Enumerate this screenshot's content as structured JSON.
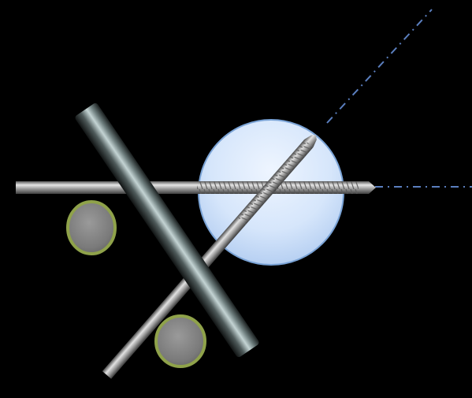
{
  "background_color": "#000000",
  "target_circle": {
    "fill": "#d6e6fb",
    "stroke": "#7aa3d6"
  },
  "cortical_ring": {
    "fill": "#7d7d7d",
    "stroke": "#8fa24a"
  },
  "dash_line_color": "#5b7fbf",
  "rod_metal": {
    "dark": "#2f3535",
    "mid": "#6f7f7f",
    "light": "#c4d4d4"
  },
  "wire_metal": {
    "dark": "#4a4a4a",
    "mid": "#9a9a9a",
    "light": "#e6e6e6"
  },
  "elements": [
    "background",
    "target-circle",
    "horizontal-trajectory-line",
    "diagonal-trajectory-line",
    "horizontal-threaded-pin",
    "diagonal-threaded-pin",
    "large-rod",
    "left-cortical-circle",
    "bottom-cortical-circle"
  ]
}
